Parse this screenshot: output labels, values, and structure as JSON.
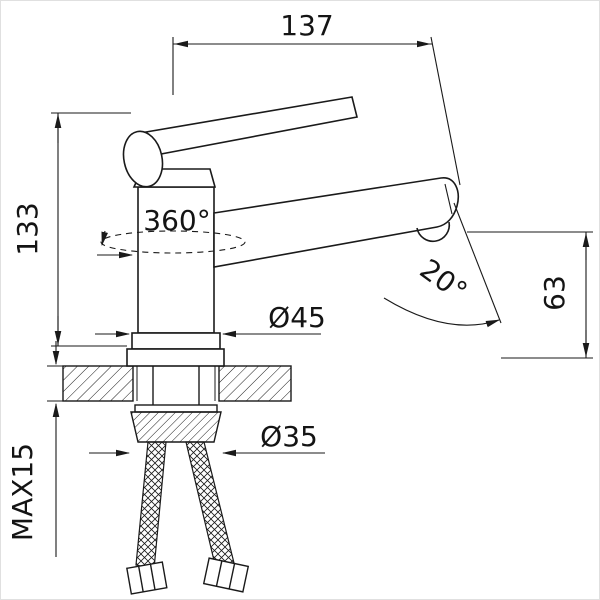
{
  "drawing": {
    "type": "faucet-installation-dimension-diagram",
    "labels": {
      "top_width": "137",
      "height_left": "133",
      "swivel_angle": "360°",
      "body_diameter": "Ø45",
      "spout_tilt": "20°",
      "spout_height": "63",
      "hole_diameter": "Ø35",
      "max_mount_thickness": "MAX15"
    },
    "colors": {
      "line": "#1a1a1a",
      "background": "#ffffff"
    }
  }
}
